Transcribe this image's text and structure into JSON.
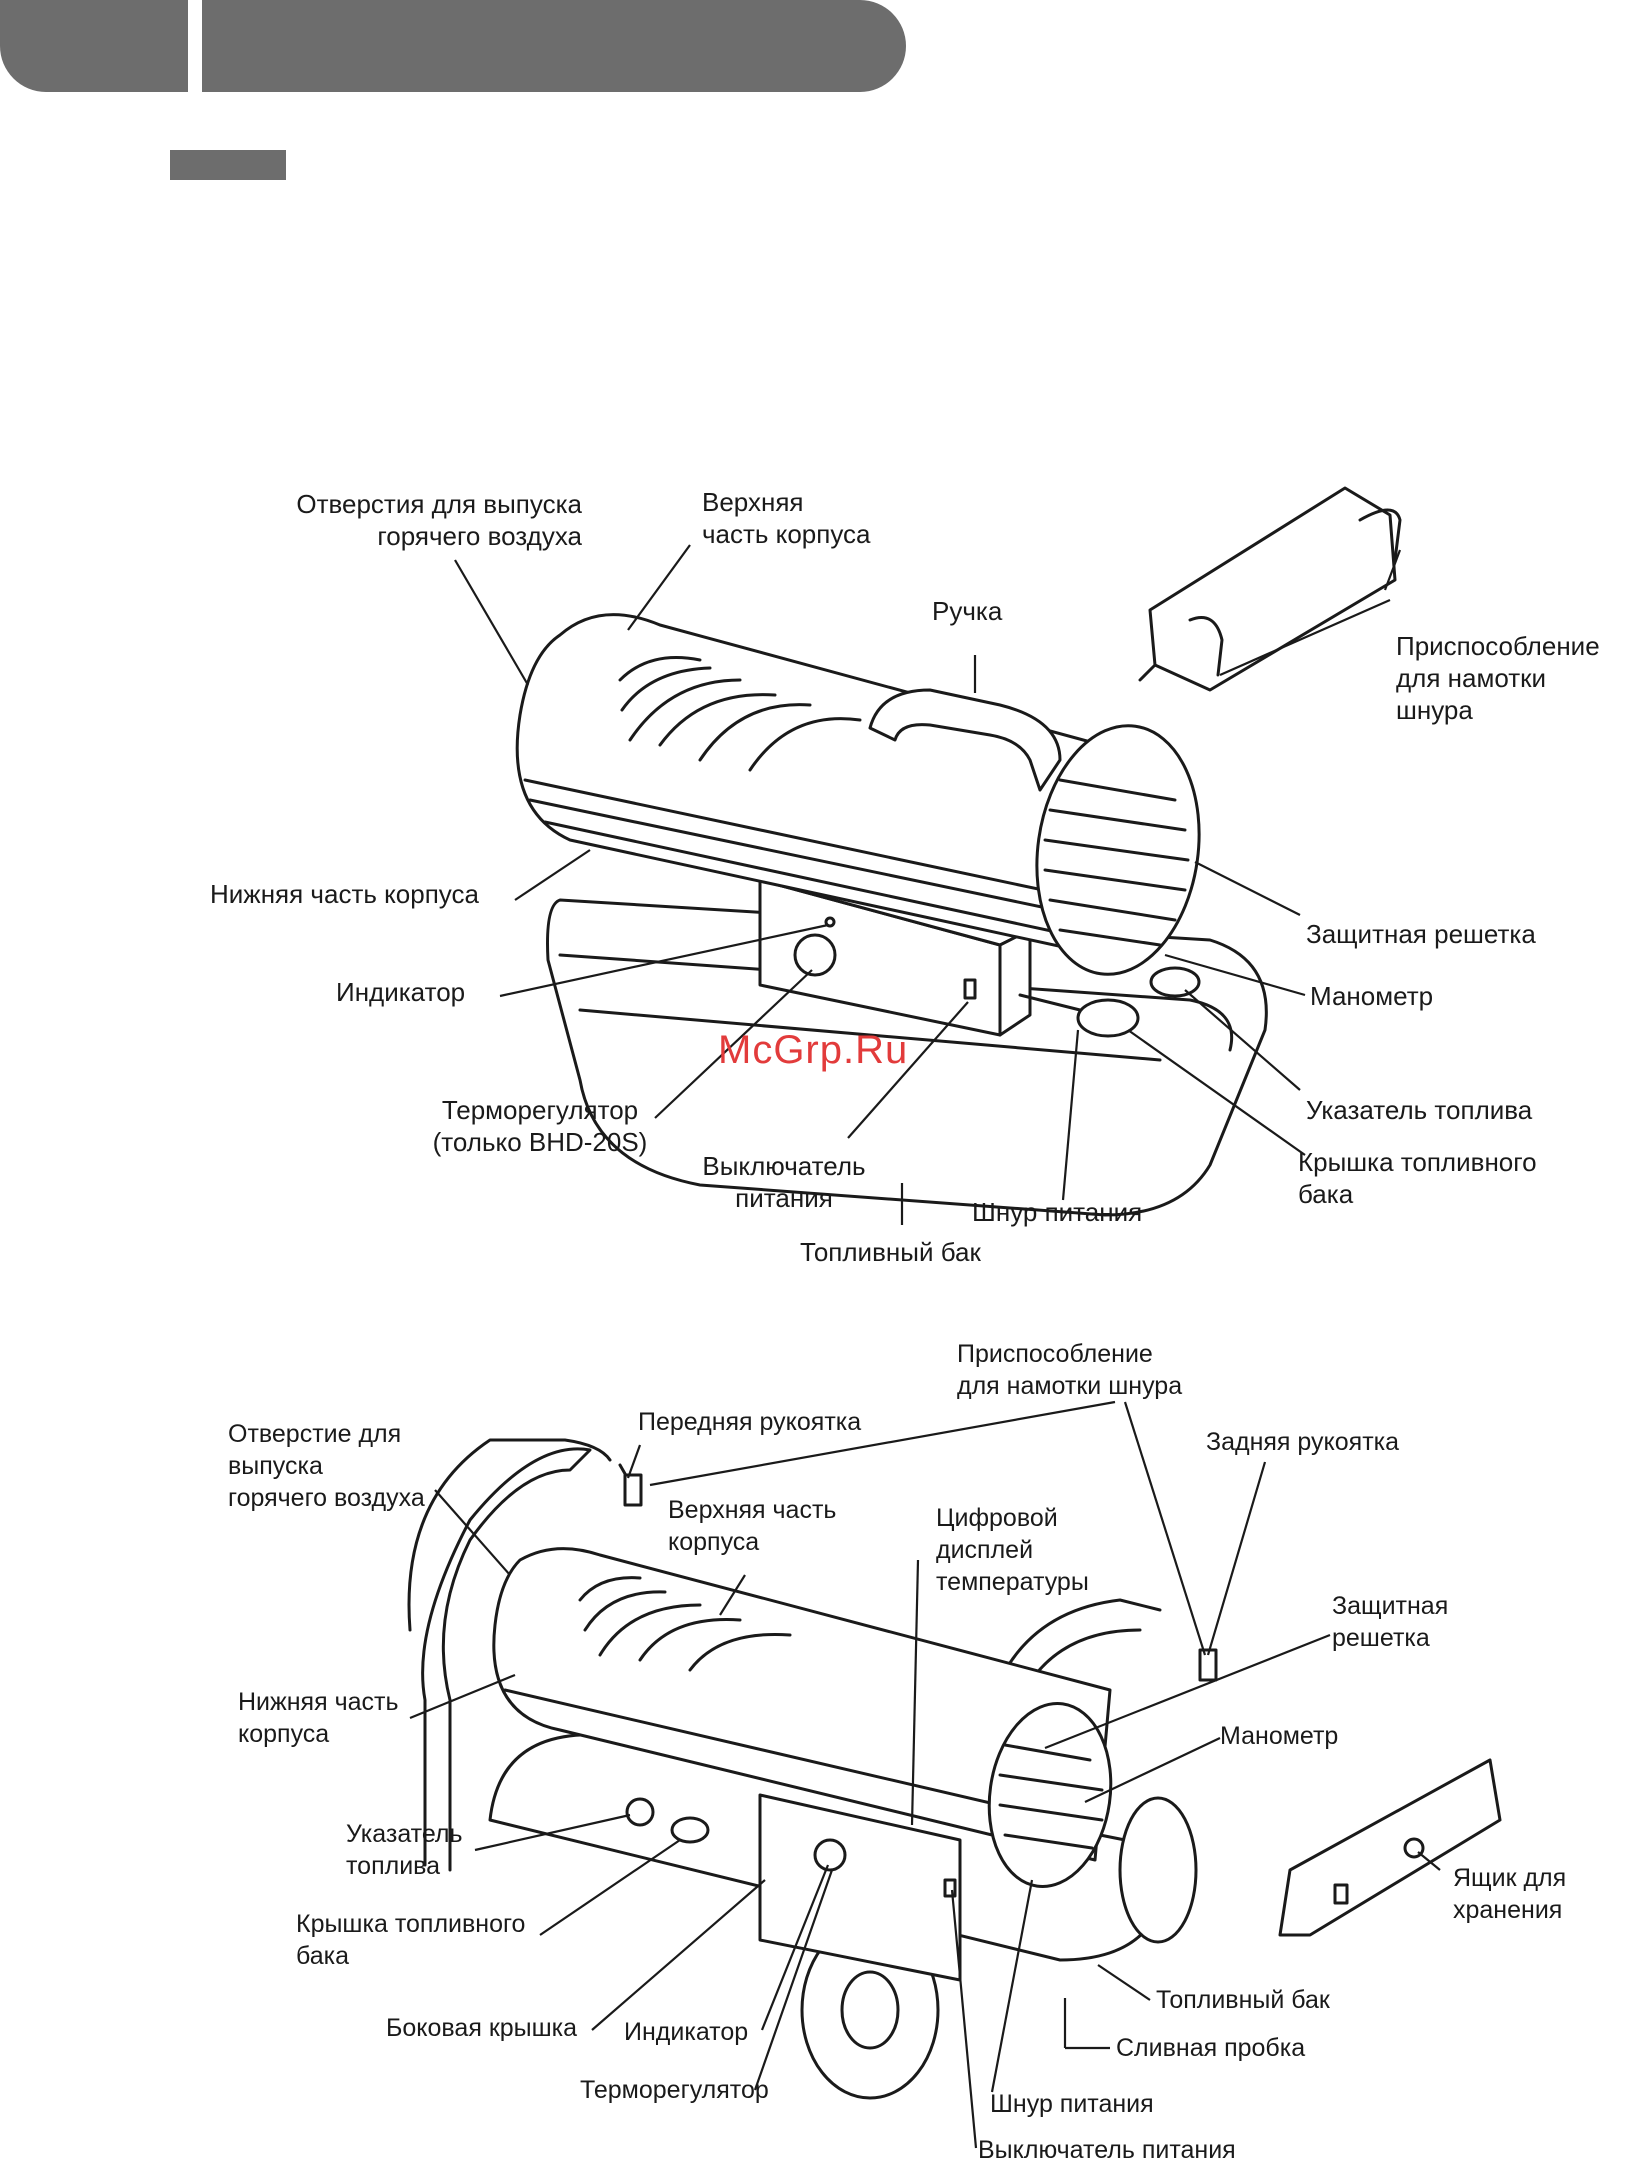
{
  "watermark": "McGrp.Ru",
  "diagram1": {
    "labels": {
      "hot_air_outlet": "Отверстия для выпуска\nгорячего воздуха",
      "upper_body": "Верхняя\nчасть корпуса",
      "handle": "Ручка",
      "cord_winder": "Приспособление\nдля намотки\nшнура",
      "lower_body": "Нижняя часть корпуса",
      "guard_grille": "Защитная решетка",
      "indicator": "Индикатор",
      "manometer": "Манометр",
      "fuel_gauge": "Указатель топлива",
      "thermostat": "Терморегулятор\n(только BHD-20S)",
      "power_switch": "Выключатель\nпитания",
      "fuel_tank_cap": "Крышка топливного\nбака",
      "power_cord": "Шнур питания",
      "fuel_tank": "Топливный бак"
    }
  },
  "diagram2": {
    "labels": {
      "cord_winder": "Приспособление\nдля намотки шнура",
      "hot_air_outlet": "Отверстие для\nвыпуска\nгорячего воздуха",
      "front_handle": "Передняя рукоятка",
      "rear_handle": "Задняя рукоятка",
      "upper_body": "Верхняя часть\nкорпуса",
      "digital_display": "Цифровой\nдисплей\nтемпературы",
      "guard_grille": "Защитная\nрешетка",
      "lower_body": "Нижняя часть\nкорпуса",
      "manometer": "Манометр",
      "fuel_gauge": "Указатель\nтоплива",
      "storage_box": "Ящик для\nхранения",
      "fuel_tank_cap": "Крышка топливного\nбака",
      "side_cover": "Боковая крышка",
      "indicator": "Индикатор",
      "fuel_tank": "Топливный бак",
      "drain_plug": "Сливная пробка",
      "thermostat": "Терморегулятор",
      "power_cord": "Шнур питания",
      "power_switch": "Выключатель питания"
    }
  }
}
